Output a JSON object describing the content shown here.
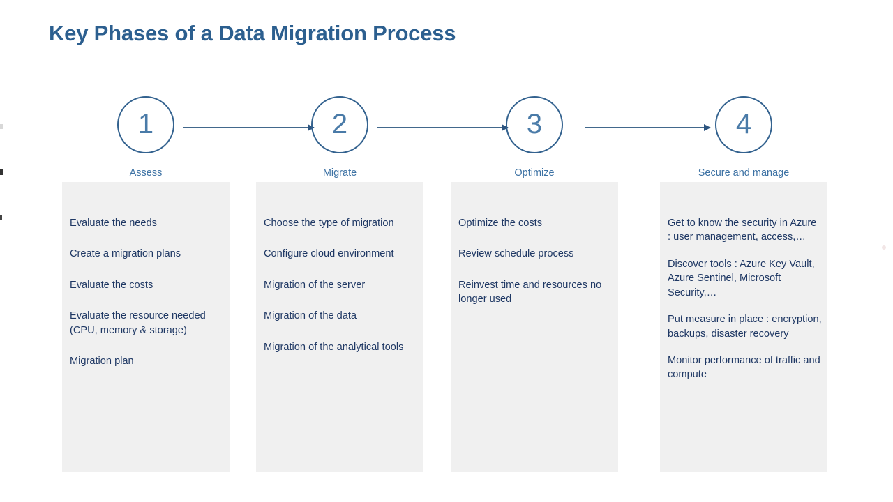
{
  "title": "Key Phases of a Data Migration Process",
  "theme": {
    "title_color": "#2c5f8f",
    "circle_stroke": "#33628f",
    "number_color": "#4a7ba8",
    "step_label_color": "#3d72a4",
    "arrow_color": "#42688c",
    "panel_background": "#f0f0f0",
    "body_text_color": "#1f3864",
    "page_background": "#ffffff"
  },
  "steps": [
    {
      "number": "1",
      "label": "Assess",
      "bullets": [
        "Evaluate the needs",
        "Create a migration plans",
        "Evaluate the costs",
        "Evaluate the resource needed (CPU, memory & storage)",
        "Migration plan"
      ]
    },
    {
      "number": "2",
      "label": "Migrate",
      "bullets": [
        "Choose the type of migration",
        "Configure cloud environment",
        "Migration of the server",
        "Migration of the data",
        "Migration of the analytical tools"
      ]
    },
    {
      "number": "3",
      "label": "Optimize",
      "bullets": [
        "Optimize the costs",
        "Review schedule process",
        "Reinvest time and resources no longer used"
      ]
    },
    {
      "number": "4",
      "label": "Secure and manage",
      "bullets": [
        "Get to know the security in Azure : user management, access,…",
        "Discover tools : Azure Key Vault, Azure Sentinel, Microsoft Security,…",
        "Put measure in place : encryption, backups, disaster recovery",
        "Monitor performance of traffic and compute"
      ]
    }
  ]
}
